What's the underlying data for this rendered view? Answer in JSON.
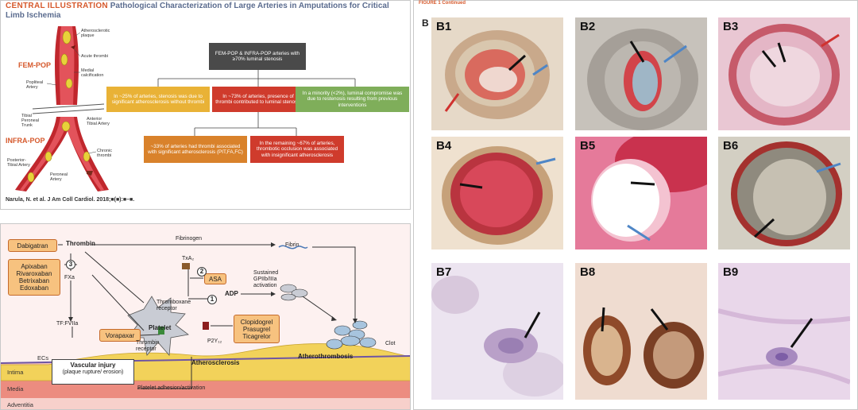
{
  "central_illustration": {
    "tag": "CENTRAL ILLUSTRATION",
    "title_rest": "Pathological Characterization of Large Arteries in Amputations for Critical Limb Ischemia",
    "segments": {
      "fem_pop": "FEM-POP",
      "infra_pop": "INFRA-POP"
    },
    "anatomy_labels": {
      "plaque": "Atherosclerotic plaque",
      "acute": "Acute thrombi",
      "medial": "Medial calcification",
      "popliteal": "Popliteal Artery",
      "tibial_peroneal": "Tibial Peroneal Trunk",
      "anterior_tibial": "Anterior Tibial Artery",
      "chronic": "Chronic thrombi",
      "posterior_tibial": "Posterior-Tibial Artery",
      "peroneal": "Peroneal Artery"
    },
    "flow": {
      "root": "FEM-POP & INFRA-POP arteries with ≥70% luminal stenosis",
      "b1": "In ~25% of arteries, stenosis was due to significant atherosclerosis without thrombi",
      "b2": "In ~73% of arteries, presence of thrombi contributed to luminal stenosis",
      "b3": "In a minority (<2%), luminal compromise was due to restenosis resulting from previous interventions",
      "c1": "~33% of arteries had thrombi associated with significant atherosclerosis (PIT,FA,FC)",
      "c2": "In the remaining ~67% of arteries, thrombotic occlusion was associated with insignificant atherosclerosis"
    },
    "citation": "Narula, N. et al. J Am Coll Cardiol. 2018;■(■):■–■."
  },
  "pathway": {
    "drugs": {
      "dabigatran": "Dabigatran",
      "xa_inhibitors": [
        "Apixaban",
        "Rivaroxaban",
        "Betrixaban",
        "Edoxaban"
      ],
      "asa": "ASA",
      "vorapaxar": "Vorapaxar",
      "p2y12": [
        "Clopidogrel",
        "Prasugrel",
        "Ticagrelor"
      ]
    },
    "labels": {
      "thrombin": "Thrombin",
      "fibrinogen": "Fibrinogen",
      "fibrin": "Fibrin",
      "fxa": "FXa",
      "tf": "TF:FVIIa",
      "txa2": "TxA₂",
      "adp": "ADP",
      "sustained": "Sustained GPIIb/IIIa activation",
      "thromboxane_receptor": "Thromboxane receptor",
      "platelet": "Platelet",
      "thrombin_receptor": "Thrombin receptor",
      "p2y12_receptor": "P2Y₁₂",
      "clot": "Clot",
      "atherothrombosis": "Atherothrombosis",
      "atherosclerosis": "Atherosclerosis",
      "injury": "Vascular injury",
      "injury_sub": "(plaque rupture/ erosion)",
      "adhesion": "Platelet adhesion/activation",
      "ecs": "ECs",
      "intima": "Intima",
      "media": "Media",
      "adventitia": "Adventitia",
      "n1": "1",
      "n2": "2",
      "n3": "3"
    }
  },
  "figure1": {
    "label": "FIGURE 1 Continued",
    "panel_letter": "B",
    "panels": [
      "B1",
      "B2",
      "B3",
      "B4",
      "B5",
      "B6",
      "B7",
      "B8",
      "B9"
    ]
  },
  "colors": {
    "accent_orange": "#d6592c",
    "title_blue": "#5b6c8f",
    "box_yellow": "#e9b236",
    "box_red": "#cf3b2c",
    "box_green": "#7fae5a",
    "box_orange": "#d9822b"
  }
}
